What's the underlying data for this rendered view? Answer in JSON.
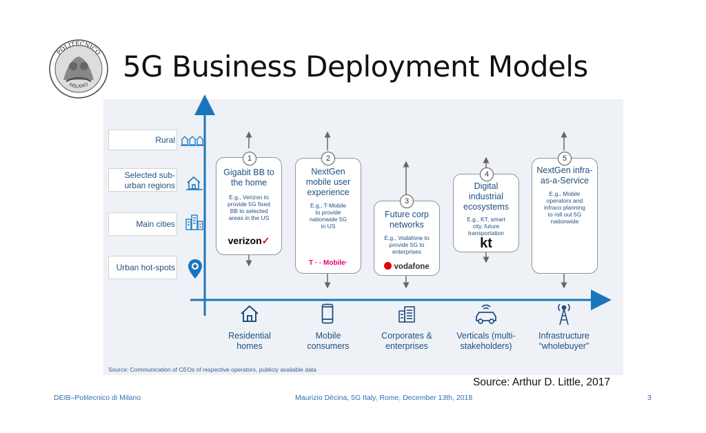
{
  "slide": {
    "title": "5G Business Deployment Models",
    "logo_text_top": "POLITECNICO",
    "logo_text_bottom": "MILANO",
    "source_small": "Source: Communication of CEOs of respective operators, publicly available data",
    "source_main": "Source: Arthur D. Little, 2017",
    "footer_left": "DEIB–Politecnico di Milano",
    "footer_center": "Maurizio Dècina, 5G Italy, Rome, December 13th, 2018",
    "page_number": "3"
  },
  "lanes": [
    {
      "label_1": "Rural",
      "label_2": "",
      "icon": "rural-houses-icon"
    },
    {
      "label_1": "Selected sub-",
      "label_2": "urban regions",
      "icon": "suburban-house-icon"
    },
    {
      "label_1": "Main cities",
      "label_2": "",
      "icon": "city-buildings-icon"
    },
    {
      "label_1": "Urban hot-spots",
      "label_2": "",
      "icon": "location-pin-icon"
    }
  ],
  "models": [
    {
      "number": "1",
      "title": [
        "Gigabit BB to",
        "the home"
      ],
      "example": [
        "E.g., Verizon to",
        "provide 5G fixed",
        "BB to selected",
        "areas in the US"
      ],
      "brand": "verizon"
    },
    {
      "number": "2",
      "title": [
        "NextGen",
        "mobile user",
        "experience"
      ],
      "example": [
        "E.g., T-Mobile",
        "to provide",
        "nationwide 5G",
        "in US"
      ],
      "brand": "T · · Mobile·"
    },
    {
      "number": "3",
      "title": [
        "Future corp",
        "networks"
      ],
      "example": [
        "E.g., Vodafone to",
        "provide 5G to",
        "enterprises"
      ],
      "brand": "vodafone"
    },
    {
      "number": "4",
      "title": [
        "Digital",
        "industrial",
        "ecosystems"
      ],
      "example": [
        "E.g., KT, smart",
        "city, future",
        "transportation"
      ],
      "brand": "kt"
    },
    {
      "number": "5",
      "title": [
        "NextGen infra-",
        "as-a-Service"
      ],
      "example": [
        "E.g., Mobile",
        "operators and",
        "infraco planning",
        "to roll out 5G",
        "nationwide"
      ],
      "brand": ""
    }
  ],
  "categories": [
    {
      "line_1": "Residential",
      "line_2": "homes",
      "icon": "home-icon"
    },
    {
      "line_1": "Mobile",
      "line_2": "consumers",
      "icon": "smartphone-icon"
    },
    {
      "line_1": "Corporates &",
      "line_2": "enterprises",
      "icon": "office-building-icon"
    },
    {
      "line_1": "Verticals (multi-",
      "line_2": "stakeholders)",
      "icon": "connected-car-icon"
    },
    {
      "line_1": "Infrastructure",
      "line_2": "“wholebuyer”",
      "icon": "antenna-tower-icon"
    }
  ],
  "colors": {
    "axis": "#1b75bc",
    "text_blue": "#1f4f82",
    "verizon_red": "#cd040b",
    "tmobile_magenta": "#e20074",
    "vodafone_red": "#e60000",
    "kt_red": "#e4002b"
  }
}
